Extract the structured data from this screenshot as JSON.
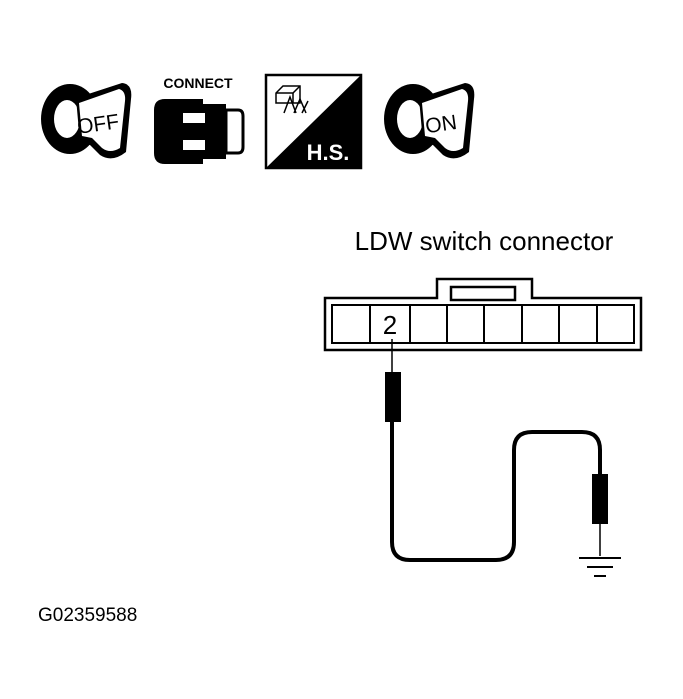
{
  "icons": {
    "key_off": {
      "text": "OFF"
    },
    "connect": {
      "text": "CONNECT"
    },
    "hs": {
      "text": "H.S."
    },
    "key_on": {
      "text": "ON"
    }
  },
  "connector": {
    "title": "LDW switch connector",
    "pin_label": "2"
  },
  "figure_id": "G02359588"
}
